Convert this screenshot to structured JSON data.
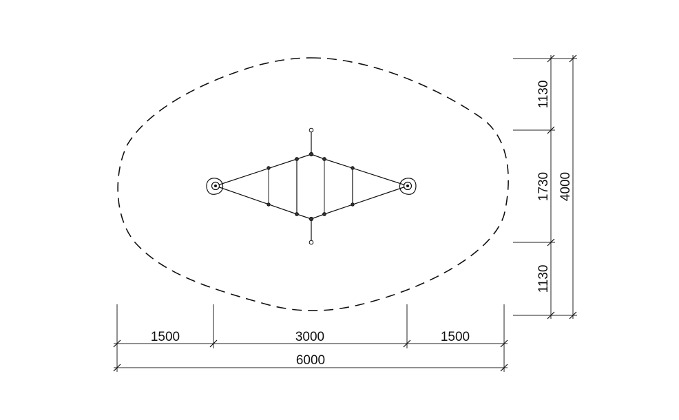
{
  "dimensions": {
    "horizontal": {
      "left": "1500",
      "middle": "3000",
      "right": "1500",
      "total": "6000"
    },
    "vertical": {
      "top": "1130",
      "middle": "1730",
      "bottom": "1130",
      "total": "4000"
    }
  },
  "colors": {
    "line": "#111111",
    "background": "#ffffff"
  }
}
